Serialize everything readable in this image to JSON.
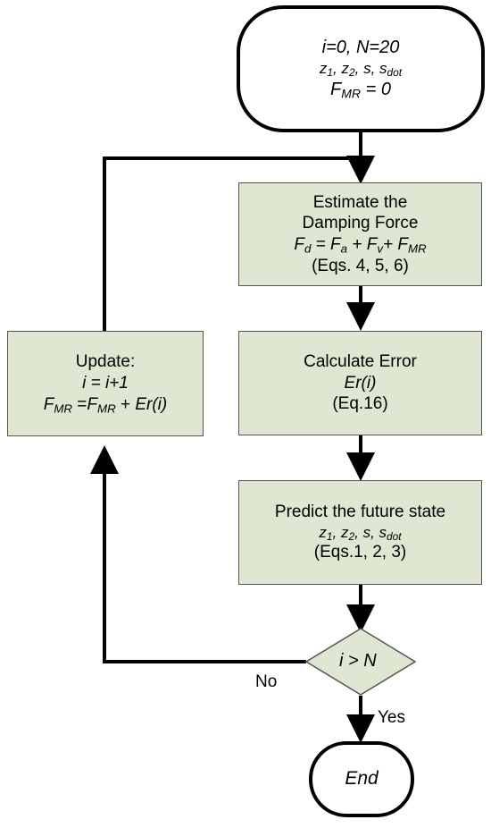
{
  "start": {
    "line1": "i=0, N=20",
    "vars": {
      "z1": "z",
      "z1_sub": "1",
      "z2": "z",
      "z2_sub": "2",
      "s": "s",
      "sdot": "s",
      "sdot_sub": "dot"
    },
    "fmr": {
      "base": "F",
      "sub": "MR",
      "rest": " = 0"
    }
  },
  "estimate": {
    "line1": "Estimate the",
    "line2": "Damping Force",
    "eq": {
      "fd": "F",
      "fd_sub": "d",
      "eq": " = ",
      "fa": "F",
      "fa_sub": "a",
      "plus1": " + ",
      "fv": "F",
      "fv_sub": "v",
      "plus2": "+ ",
      "fmr": "F",
      "fmr_sub": "MR"
    },
    "ref": "(Eqs. 4, 5, 6)"
  },
  "calculate": {
    "line1": "Calculate Error",
    "line2": "Er(i)",
    "ref": "(Eq.16)"
  },
  "predict": {
    "line1": "Predict the future state",
    "vars": {
      "z1": "z",
      "z1_sub": "1",
      "z2": "z",
      "z2_sub": "2",
      "s": "s",
      "sdot": "s",
      "sdot_sub": "dot"
    },
    "ref": "(Eqs.1, 2, 3)"
  },
  "update": {
    "line1": "Update:",
    "line2": "i = i+1",
    "eq": {
      "f1": "F",
      "f1_sub": "MR",
      "eq": " =",
      "f2": "F",
      "f2_sub": "MR",
      "plus": " + ",
      "er": "Er(i)"
    }
  },
  "decision": {
    "text": "i > N",
    "no": "No",
    "yes": "Yes"
  },
  "end": {
    "text": "End"
  },
  "colors": {
    "box_fill": "#dfe6d2",
    "line": "#000000"
  }
}
